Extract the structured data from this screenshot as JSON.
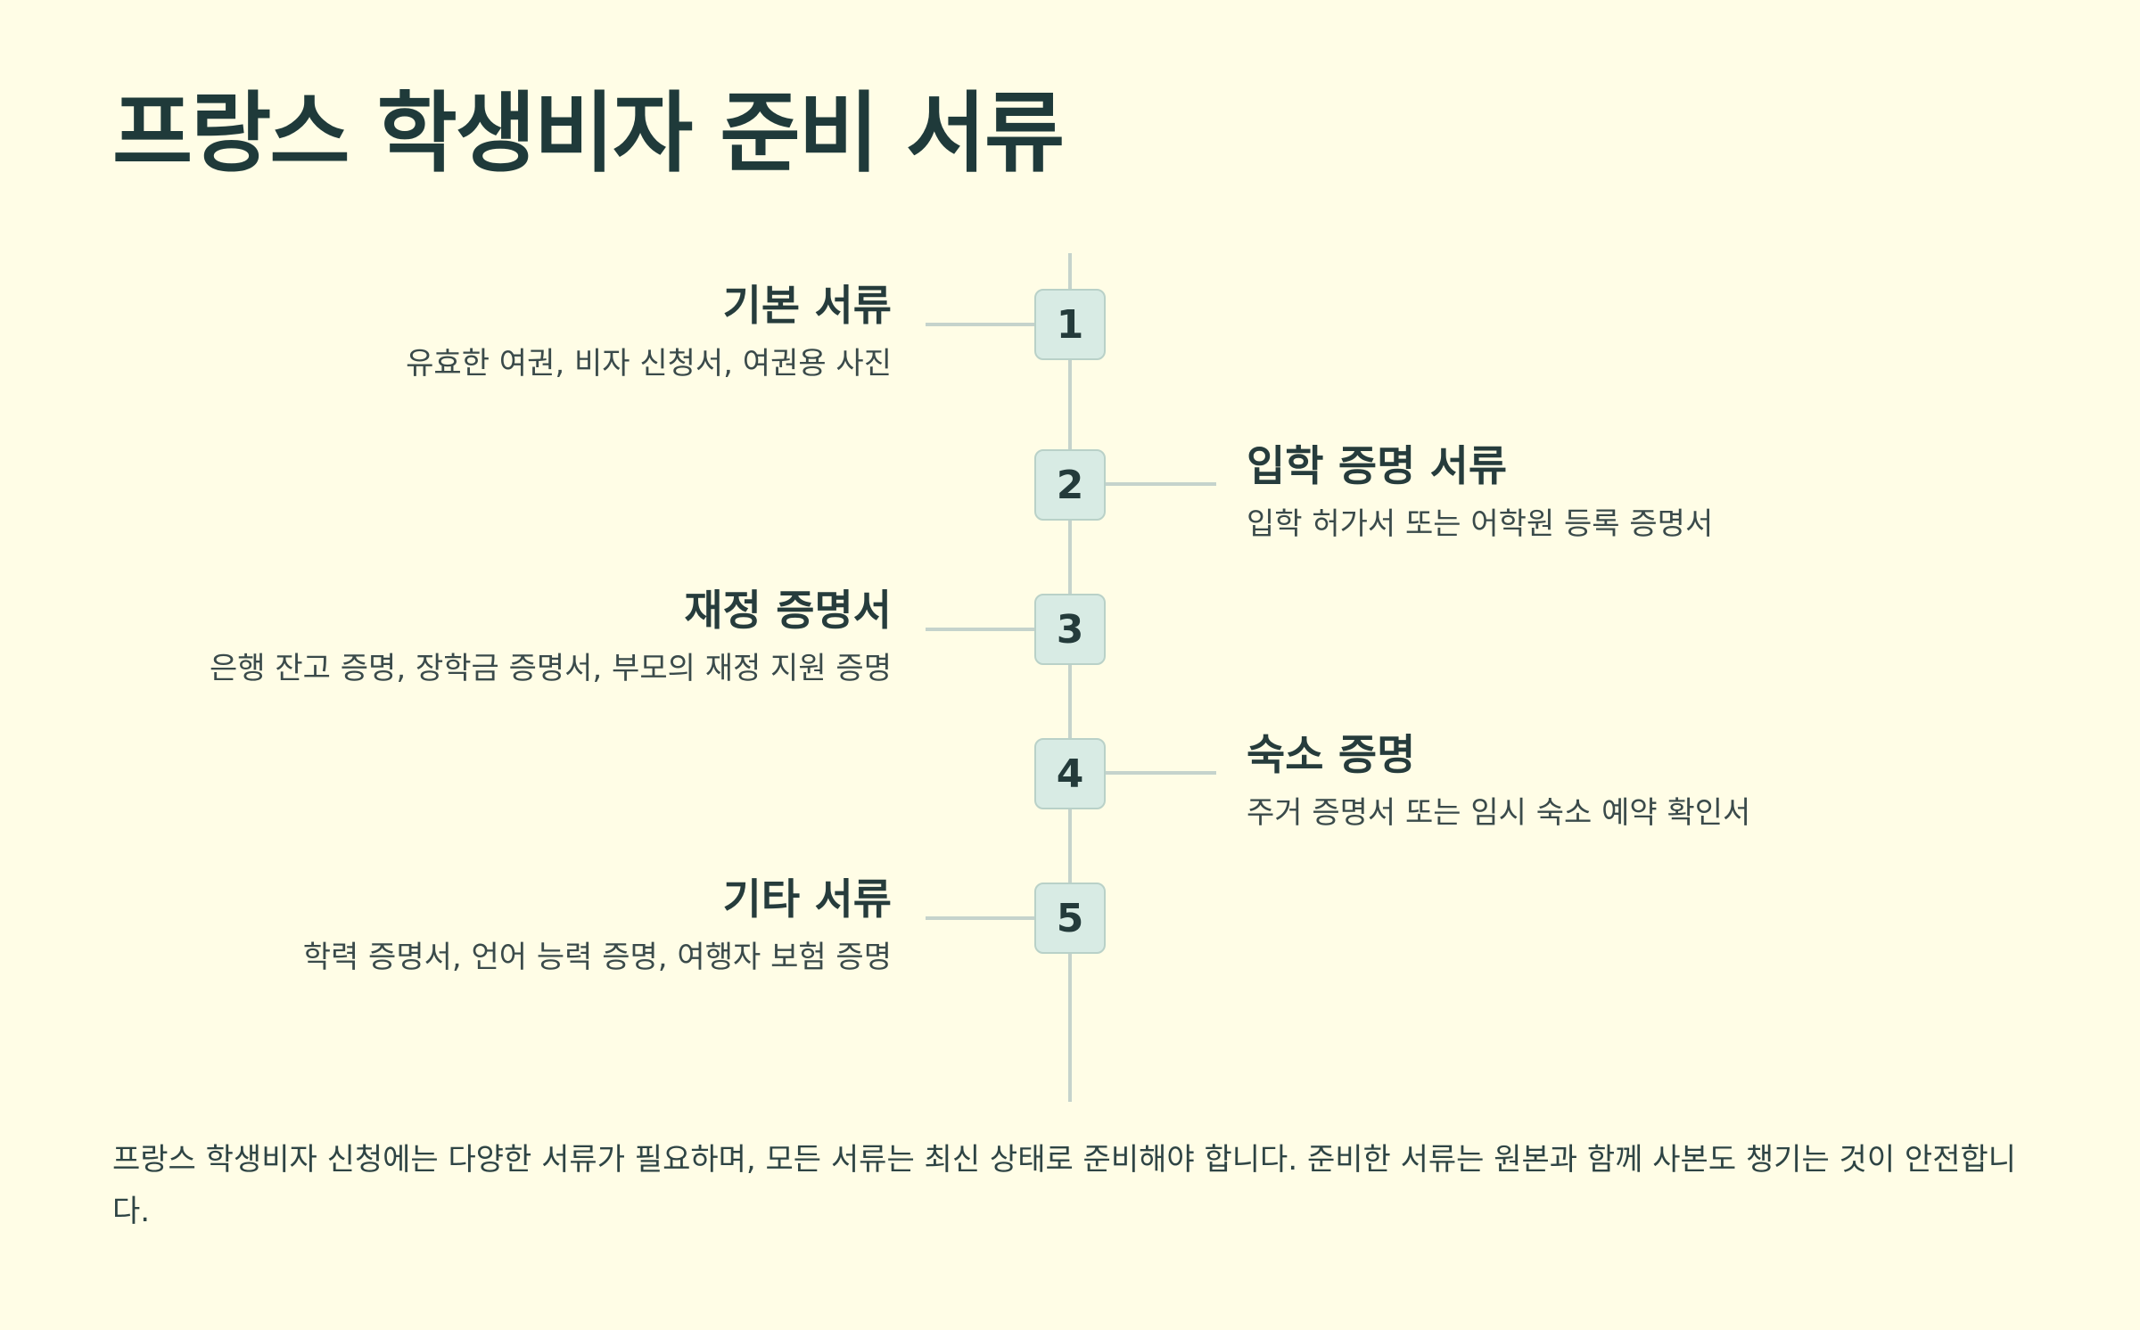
{
  "title": "프랑스 학생비자 준비 서류",
  "steps": [
    {
      "number": "1",
      "title": "기본 서류",
      "description": "유효한 여권, 비자 신청서, 여권용 사진"
    },
    {
      "number": "2",
      "title": "입학 증명 서류",
      "description": "입학 허가서 또는 어학원 등록 증명서"
    },
    {
      "number": "3",
      "title": "재정 증명서",
      "description": "은행 잔고 증명, 장학금 증명서, 부모의 재정 지원 증명"
    },
    {
      "number": "4",
      "title": "숙소 증명",
      "description": "주거 증명서 또는 임시 숙소 예약 확인서"
    },
    {
      "number": "5",
      "title": "기타 서류",
      "description": "학력 증명서, 언어 능력 증명, 여행자 보험 증명"
    }
  ],
  "footer": "프랑스 학생비자 신청에는 다양한 서류가 필요하며, 모든 서류는 최신 상태로 준비해야 합니다. 준비한 서류는 원본과 함께 사본도 챙기는 것이 안전합니다.",
  "colors": {
    "background": "#fffde6",
    "text": "#243b3b",
    "line": "#c5d3cc",
    "badge_fill": "#d8ebe4",
    "badge_border": "#b9d1c8"
  }
}
